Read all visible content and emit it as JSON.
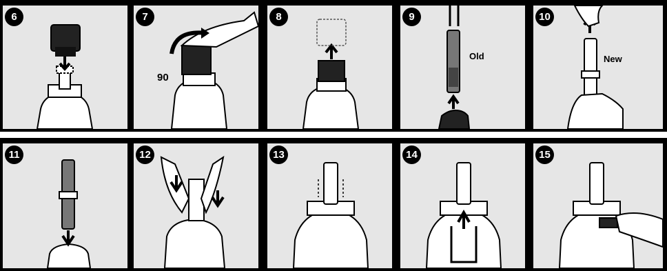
{
  "steps_top": [
    {
      "number": "6"
    },
    {
      "number": "7",
      "label": "90"
    },
    {
      "number": "8"
    },
    {
      "number": "9",
      "label": "Old"
    },
    {
      "number": "10",
      "label": "New"
    }
  ],
  "steps_bottom": [
    {
      "number": "11"
    },
    {
      "number": "12"
    },
    {
      "number": "13"
    },
    {
      "number": "14"
    },
    {
      "number": "15"
    }
  ]
}
